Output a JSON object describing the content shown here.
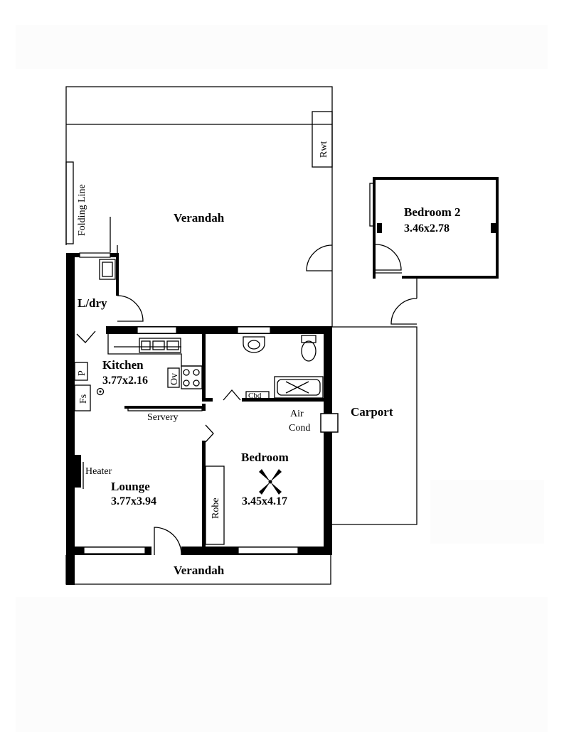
{
  "plan": {
    "rooms": {
      "verandah_top": {
        "name": "Verandah"
      },
      "verandah_bottom": {
        "name": "Verandah"
      },
      "bedroom2": {
        "name": "Bedroom 2",
        "dims": "3.46x2.78"
      },
      "laundry": {
        "name": "L/dry"
      },
      "kitchen": {
        "name": "Kitchen",
        "dims": "3.77x2.16"
      },
      "lounge": {
        "name": "Lounge",
        "dims": "3.77x3.94"
      },
      "bedroom": {
        "name": "Bedroom",
        "dims": "3.45x4.17"
      },
      "carport": {
        "name": "Carport"
      }
    },
    "labels": {
      "folding_line": "Folding Line",
      "rwt": "Rwt",
      "servery": "Servery",
      "air_cond_1": "Air",
      "air_cond_2": "Cond",
      "heater": "Heater",
      "robe": "Robe",
      "cbd": "Cbd",
      "pantry": "P",
      "fridge_space": "Fs",
      "oven": "Ov"
    }
  }
}
